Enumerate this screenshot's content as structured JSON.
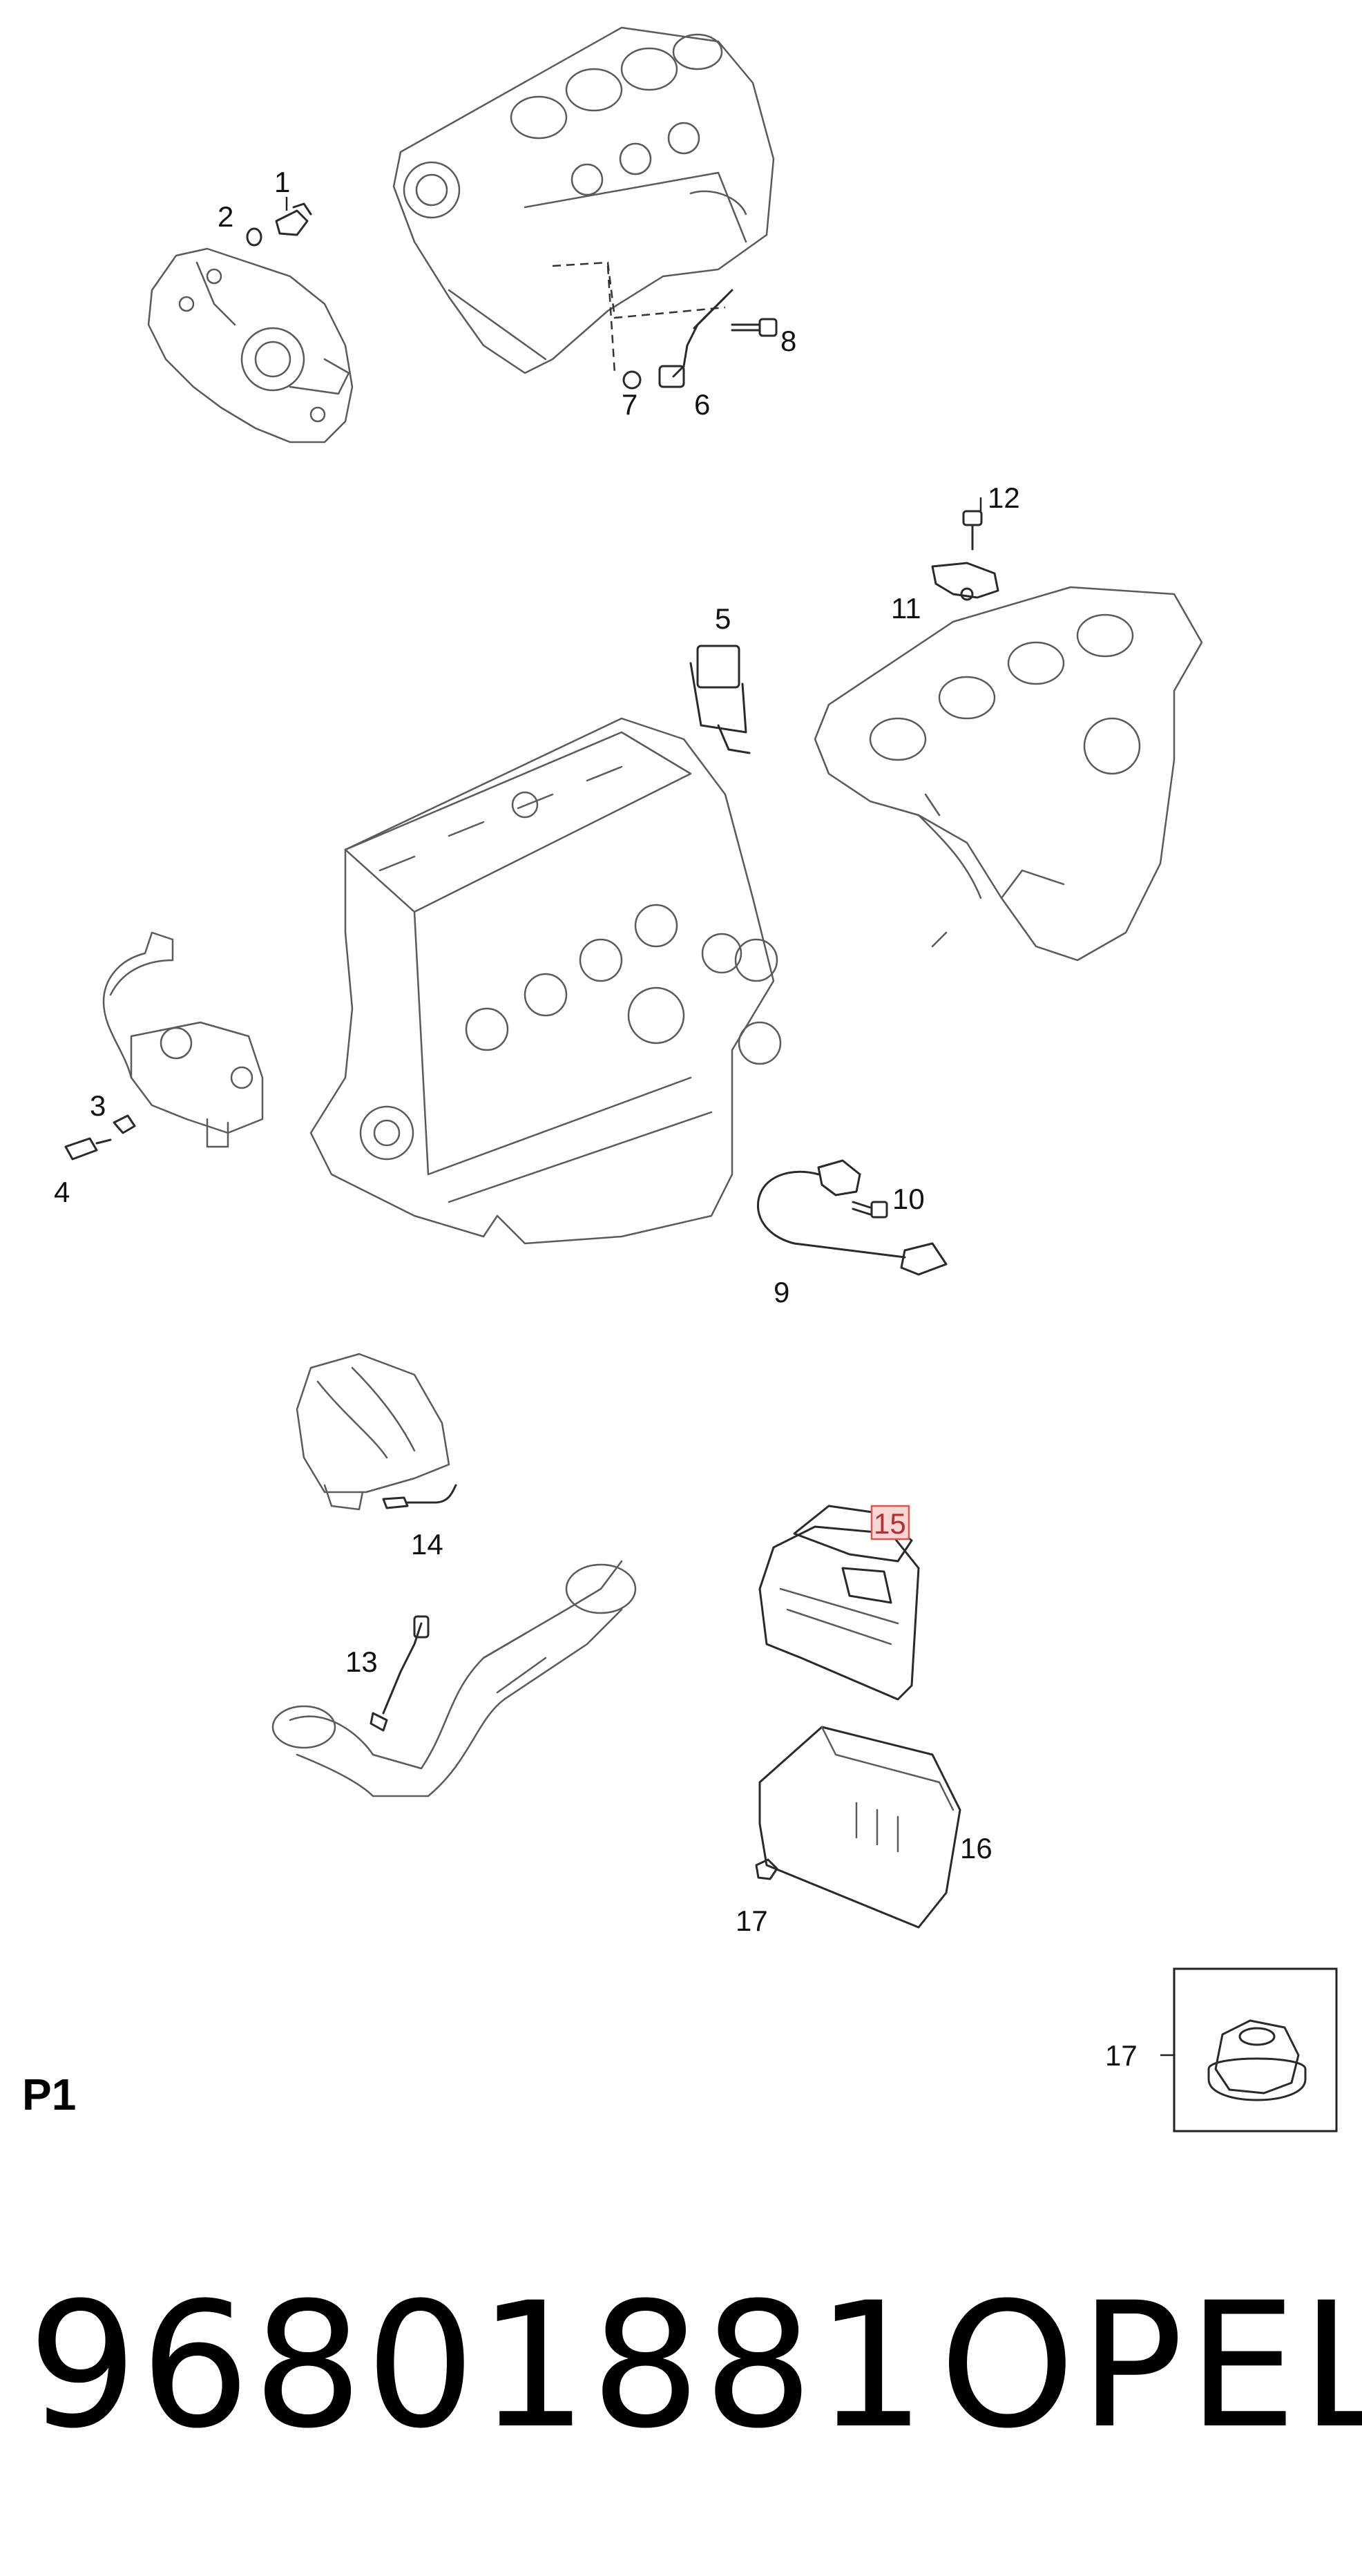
{
  "callouts": {
    "c1": "1",
    "c2": "2",
    "c3": "3",
    "c4": "4",
    "c5": "5",
    "c6": "6",
    "c7": "7",
    "c8": "8",
    "c9": "9",
    "c10": "10",
    "c11": "11",
    "c12": "12",
    "c13": "13",
    "c14": "14",
    "c15": "15",
    "c16": "16",
    "c17": "17",
    "c17_detail": "17"
  },
  "highlight": {
    "color": "#d9534f",
    "fill": "#f9d6d5",
    "callout": "15"
  },
  "page_label": "P1",
  "part_number": "96801881",
  "brand": "OPEL"
}
